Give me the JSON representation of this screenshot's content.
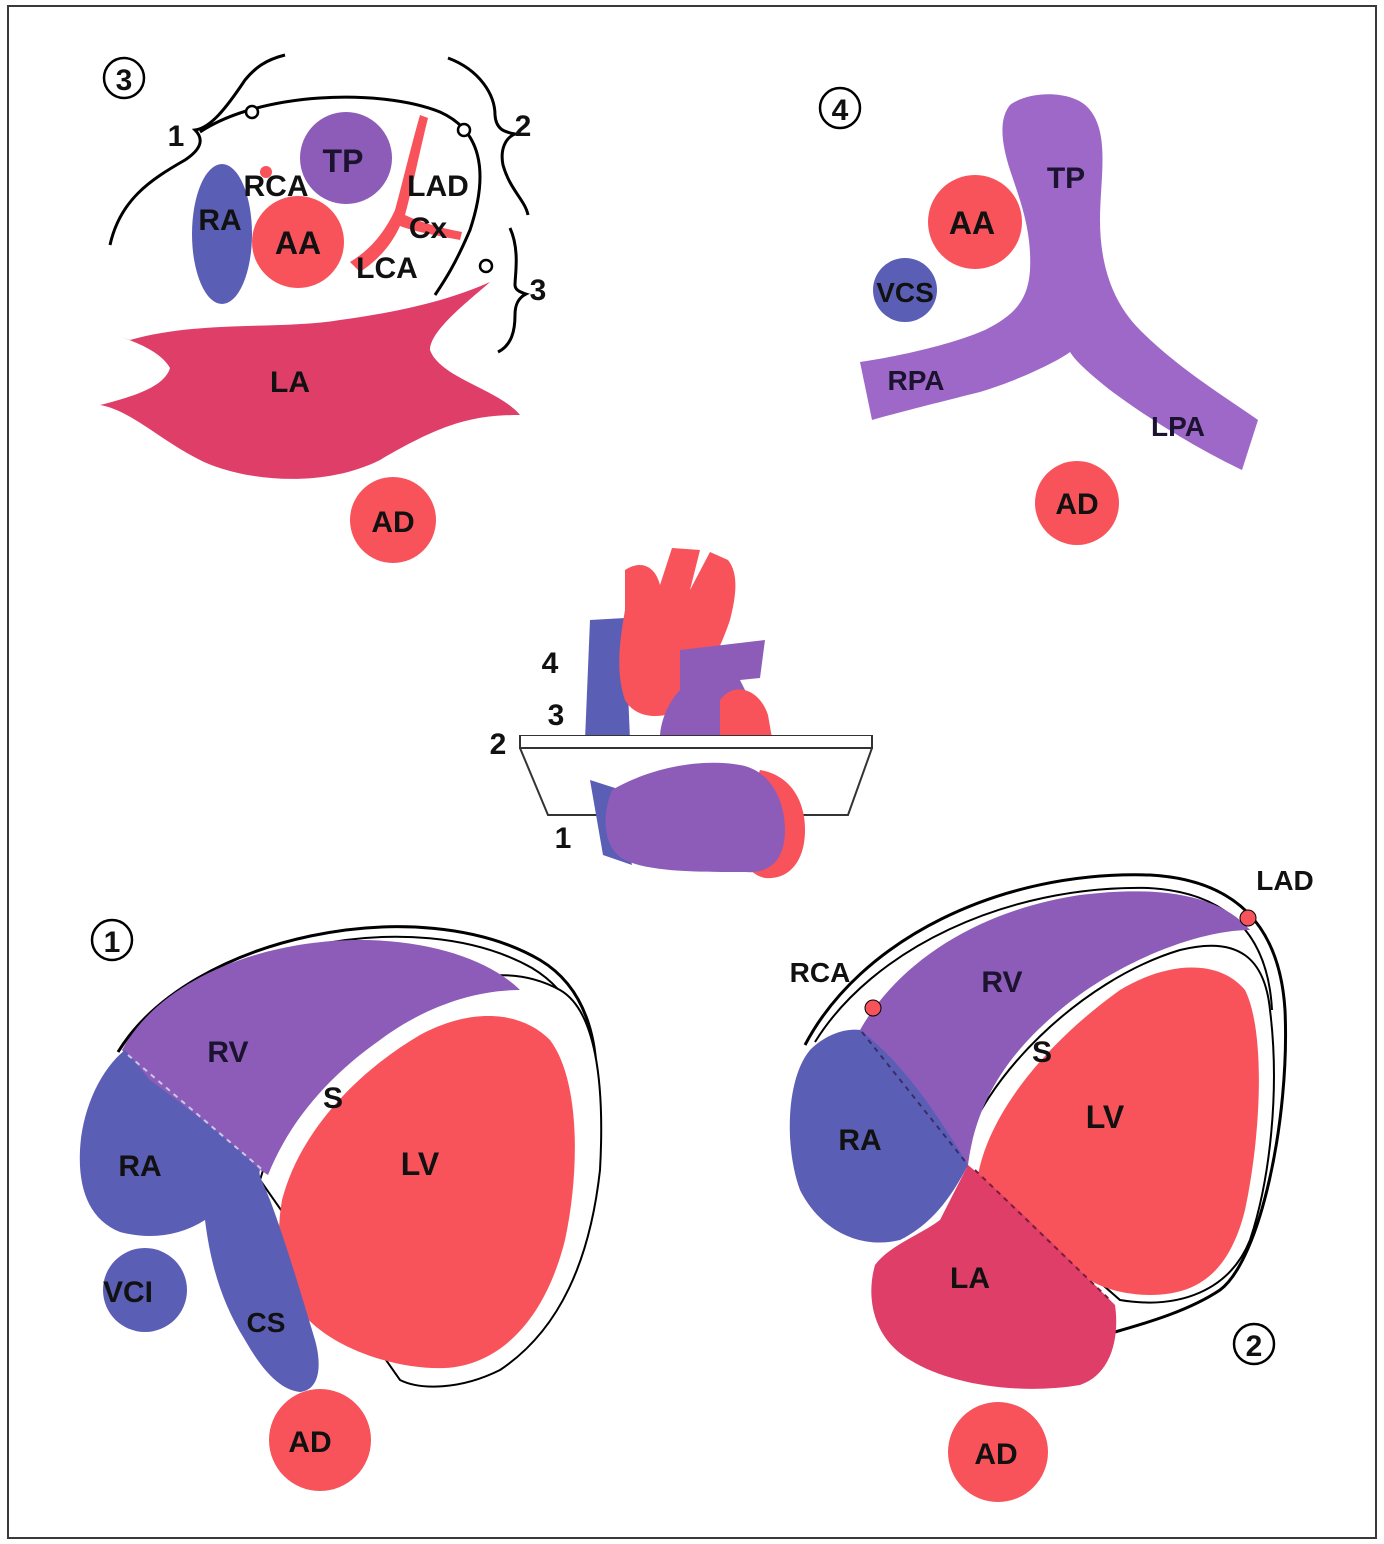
{
  "colors": {
    "red": "#f8535b",
    "crimson": "#df3e68",
    "blue": "#5b5eb5",
    "purple": "#8d5cb9",
    "purple_light": "#9d68c8",
    "outline": "#000000",
    "frame": "#3a3a3a"
  },
  "panel3": {
    "number": "3",
    "brackets": [
      "1",
      "2",
      "3"
    ],
    "labels": {
      "tp": "TP",
      "rca": "RCA",
      "lad": "LAD",
      "cx": "Cx",
      "ra": "RA",
      "aa": "AA",
      "lca": "LCA",
      "la": "LA",
      "ad": "AD"
    }
  },
  "panel4": {
    "number": "4",
    "labels": {
      "tp": "TP",
      "aa": "AA",
      "vcs": "VCS",
      "rpa": "RPA",
      "lpa": "LPA",
      "ad": "AD"
    }
  },
  "center": {
    "levels": [
      "4",
      "3",
      "2",
      "1"
    ]
  },
  "panel1": {
    "number": "1",
    "labels": {
      "rv": "RV",
      "s": "S",
      "ra": "RA",
      "lv": "LV",
      "vci": "VCI",
      "cs": "CS",
      "ad": "AD"
    }
  },
  "panel2": {
    "number": "2",
    "labels": {
      "lad": "LAD",
      "rca": "RCA",
      "rv": "RV",
      "s": "S",
      "ra": "RA",
      "lv": "LV",
      "la": "LA",
      "ad": "AD"
    }
  }
}
